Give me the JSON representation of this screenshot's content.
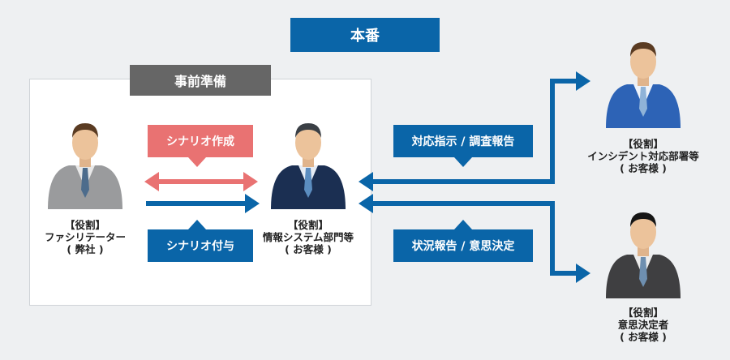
{
  "production_label": "本番",
  "practice_label": "事前準備",
  "messages": {
    "scenario_create": "シナリオ作成",
    "scenario_give": "シナリオ付与",
    "instruct": "対応指示 / 調査報告",
    "status": "状況報告 / 意思決定"
  },
  "people": {
    "facilitator": {
      "role": "【役割】",
      "name": "ファシリテーター",
      "org": "( 弊社 )"
    },
    "it_dept": {
      "role": "【役割】",
      "name": "情報システム部門等",
      "org": "( お客様 )"
    },
    "incident": {
      "role": "【役割】",
      "name": "インシデント対応部署等",
      "org": "( お客様 )"
    },
    "decision": {
      "role": "【役割】",
      "name": "意思決定者",
      "org": "( お客様 )"
    }
  },
  "colors": {
    "blue": "#0a65a8",
    "red": "#e97272",
    "gray_label": "#666666"
  }
}
